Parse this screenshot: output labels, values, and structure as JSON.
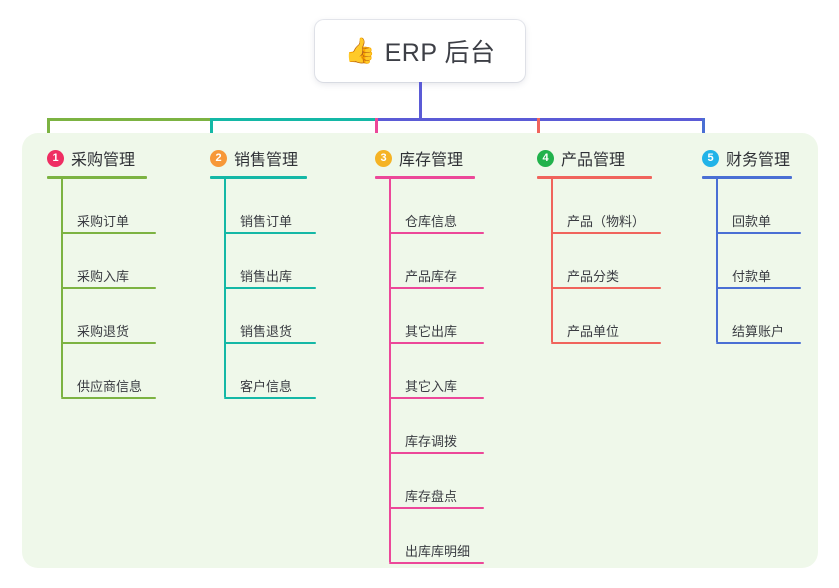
{
  "diagram": {
    "type": "org-chart",
    "root": {
      "icon": "thumbs-up-icon",
      "emoji": "👍",
      "label": "ERP 后台"
    },
    "panel_color": "#eff8ea",
    "canvas_color": "#ffffff",
    "bus": {
      "segments": [
        {
          "name": "bus-green",
          "color": "#7cb342"
        },
        {
          "name": "bus-teal",
          "color": "#14b8a6"
        },
        {
          "name": "bus-purple",
          "color": "#5b5bd6"
        }
      ],
      "root_drop_color": "#5b5bd6"
    },
    "columns": [
      {
        "index": "1",
        "badge_glyph": "1",
        "badge_color": "#ef2e63",
        "label": "采购管理",
        "accent": "#7cb342",
        "stub_color": "#7cb342",
        "items": [
          "采购订单",
          "采购入库",
          "采购退货",
          "供应商信息"
        ]
      },
      {
        "index": "2",
        "badge_glyph": "2",
        "badge_color": "#f79838",
        "label": "销售管理",
        "accent": "#14b8a6",
        "stub_color": "#14b8a6",
        "items": [
          "销售订单",
          "销售出库",
          "销售退货",
          "客户信息"
        ]
      },
      {
        "index": "3",
        "badge_glyph": "3",
        "badge_color": "#f5b324",
        "label": "库存管理",
        "accent": "#ec4899",
        "stub_color": "#ec4899",
        "items": [
          "仓库信息",
          "产品库存",
          "其它出库",
          "其它入库",
          "库存调拨",
          "库存盘点",
          "出库库明细"
        ]
      },
      {
        "index": "4",
        "badge_glyph": "4",
        "badge_color": "#22b24c",
        "label": "产品管理",
        "accent": "#f0645c",
        "stub_color": "#f0645c",
        "items": [
          "产品（物料）",
          "产品分类",
          "产品单位"
        ]
      },
      {
        "index": "5",
        "badge_glyph": "5",
        "badge_color": "#21b3e8",
        "label": "财务管理",
        "accent": "#4a6fd4",
        "stub_color": "#4a6fd4",
        "items": [
          "回款单",
          "付款单",
          "结算账户"
        ]
      }
    ]
  }
}
